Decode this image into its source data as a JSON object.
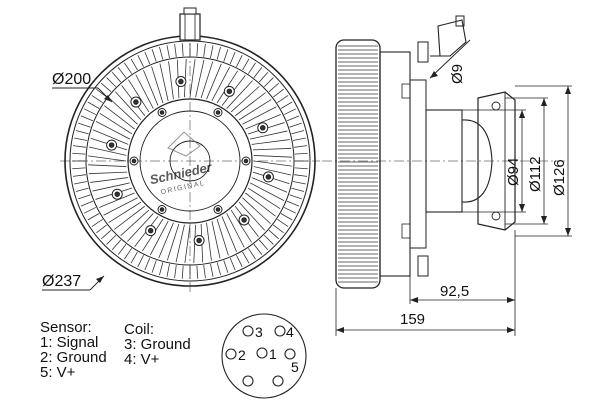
{
  "dimensions": {
    "d200": "Ø200",
    "d237": "Ø237",
    "d9": "Ø9",
    "d94": "Ø94",
    "d112": "Ø112",
    "d126": "Ø126",
    "l92": "92,5",
    "l159": "159"
  },
  "logo": {
    "brand": "Schnieder",
    "tagline": "ORIGINAL"
  },
  "legend": {
    "sensor": {
      "title": "Sensor:",
      "items": [
        "1: Signal",
        "2: Ground",
        "5: V+"
      ]
    },
    "coil": {
      "title": "Coil:",
      "items": [
        "3: Ground",
        "4: V+"
      ]
    }
  },
  "connector": {
    "pins": [
      "1",
      "2",
      "3",
      "4",
      "5"
    ]
  }
}
